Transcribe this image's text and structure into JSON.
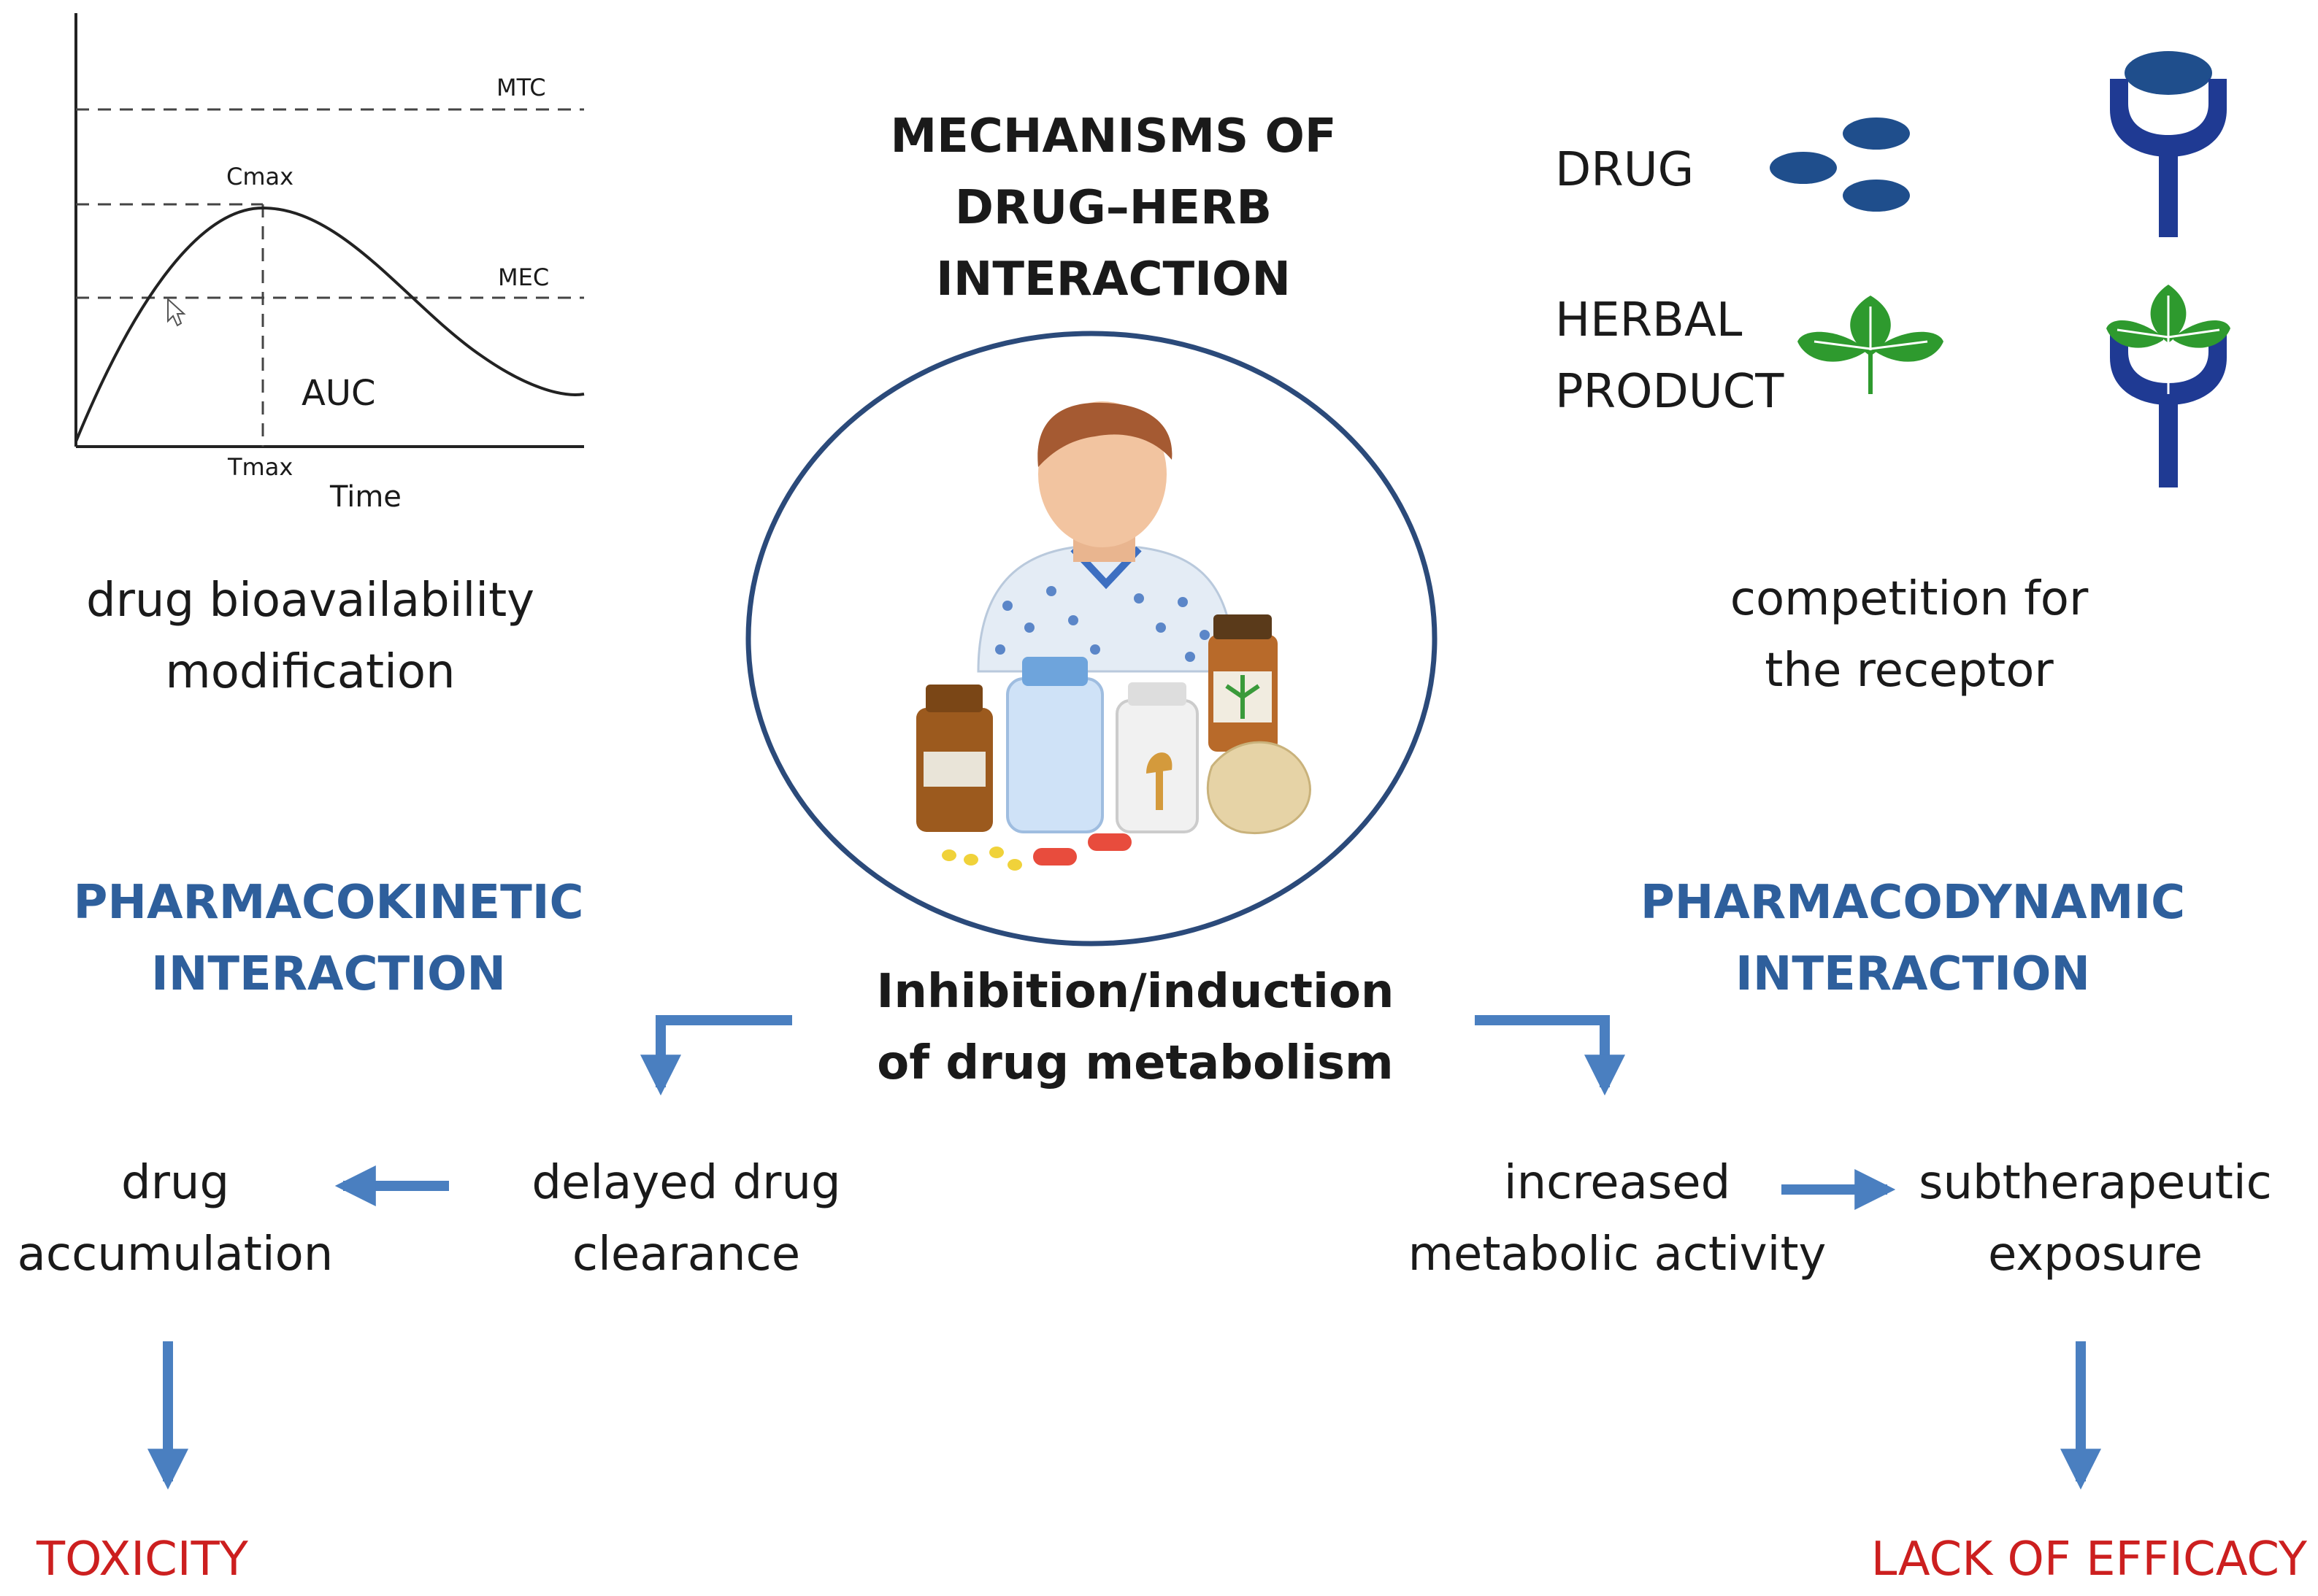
{
  "title": {
    "line1": "MECHANISMS OF",
    "line2": "DRUG–HERB",
    "line3": "INTERACTION"
  },
  "pk_chart": {
    "mtc": "MTC",
    "cmax": "Cmax",
    "mec": "MEC",
    "auc": "AUC",
    "tmax": "Tmax",
    "xlabel": "Time"
  },
  "bioavailability": {
    "line1": "drug bioavailability",
    "line2": "modification"
  },
  "legend": {
    "drug": "DRUG",
    "herbal_line1": "HERBAL",
    "herbal_line2": "PRODUCT"
  },
  "receptor": {
    "line1": "competition for",
    "line2": "the receptor"
  },
  "pharmacokinetic": {
    "line1": "PHARMACOKINETIC",
    "line2": "INTERACTION"
  },
  "pharmacodynamic": {
    "line1": "PHARMACODYNAMIC",
    "line2": "INTERACTION"
  },
  "metabolism": {
    "line1": "Inhibition/induction",
    "line2": "of drug metabolism"
  },
  "left_flow": {
    "clearance_line1": "delayed drug",
    "clearance_line2": "clearance",
    "accumulation_line1": "drug",
    "accumulation_line2": "accumulation",
    "outcome": "TOXICITY"
  },
  "right_flow": {
    "activity_line1": "increased",
    "activity_line2": "metabolic activity",
    "exposure_line1": "subtherapeutic",
    "exposure_line2": "exposure",
    "outcome": "LACK OF EFFICACY"
  },
  "colors": {
    "arrow": "#4a7fc0",
    "drug": "#1f4e8c",
    "receptor": "#1f3a93",
    "leaf": "#2e9a2e",
    "circle": "#2b4a7a",
    "outcome": "#cc1f1f",
    "heading": "#2e5f9c"
  }
}
